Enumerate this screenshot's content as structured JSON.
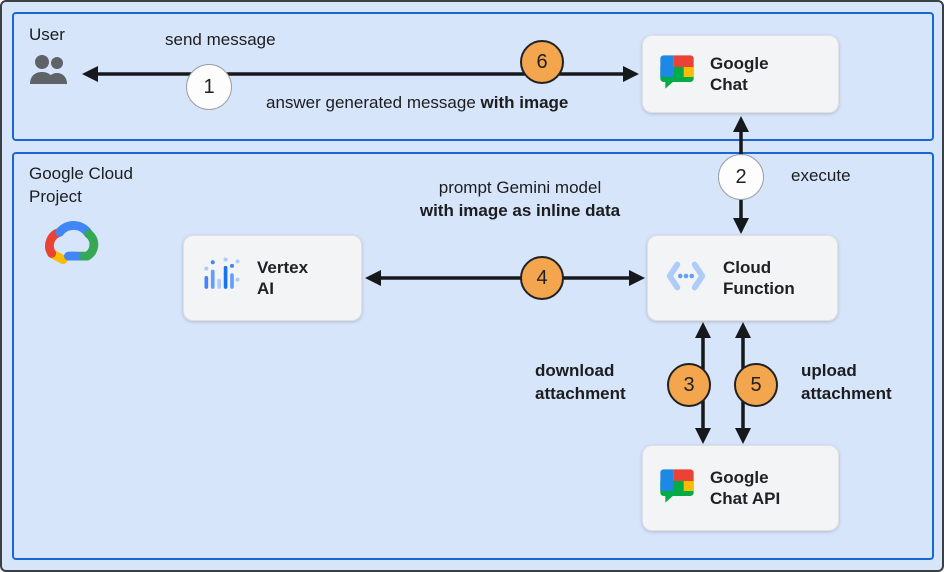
{
  "user_section": {
    "label": "User",
    "send_message_label": "send message",
    "answer_label_normal": "answer generated message ",
    "answer_label_bold": "with image",
    "google_chat_label": "Google Chat"
  },
  "cloud_section": {
    "label": "Google Cloud Project",
    "prompt_line1": "prompt Gemini model",
    "prompt_line2": "with image as inline data",
    "execute_label": "execute",
    "download_label": "download attachment",
    "upload_label": "upload attachment",
    "vertex_ai_label": "Vertex AI",
    "cloud_function_label": "Cloud Function",
    "google_chat_api_label": "Google Chat API"
  },
  "steps": [
    "1",
    "2",
    "3",
    "4",
    "5",
    "6"
  ],
  "icons": {
    "user": "people-icon",
    "google_chat": "google-chat-logo",
    "google_cloud": "google-cloud-logo",
    "vertex_ai": "vertex-ai-icon",
    "cloud_function": "cloud-functions-icon",
    "google_chat_api": "google-chat-logo"
  },
  "colors": {
    "canvas_bg": "#d7e5fb",
    "frame_border": "#1967d2",
    "node_bg": "#f2f4f5",
    "step_circle_orange": "#f3a64d",
    "step_circle_white": "#fdfdfd",
    "arrow": "#16191c"
  }
}
